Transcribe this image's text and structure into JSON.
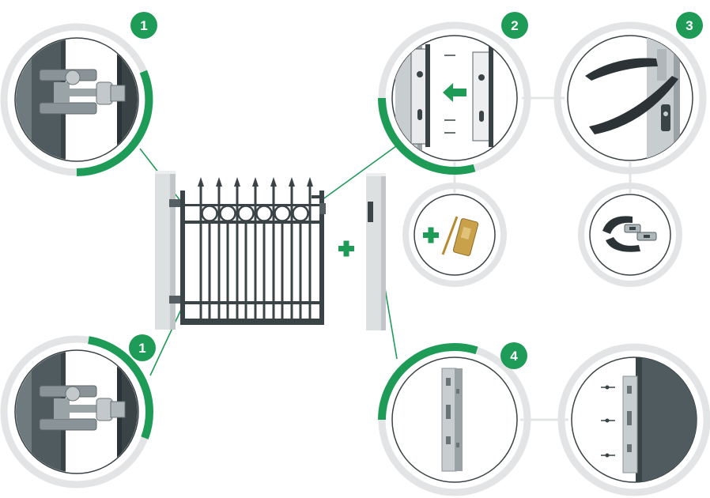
{
  "colors": {
    "green_dark": "#1f9b58",
    "green_light": "#4cbb7e",
    "ring_grey": "#e3e4e5",
    "gate": "#3a4346",
    "post_light": "#dde0e1",
    "post_shade": "#c2c6c8",
    "metal": "#a7adb0",
    "metal_dark": "#566064",
    "brass": "#c9a14a",
    "line": "#1f9b58"
  },
  "badges": {
    "hinge_top": "1",
    "lock": "2",
    "handle": "3",
    "hinge_bottom": "1",
    "strike": "4"
  },
  "icons": {
    "plus_main": "plus-icon",
    "plus_cylinder": "plus-icon",
    "arrow": "arrow-left-icon"
  }
}
